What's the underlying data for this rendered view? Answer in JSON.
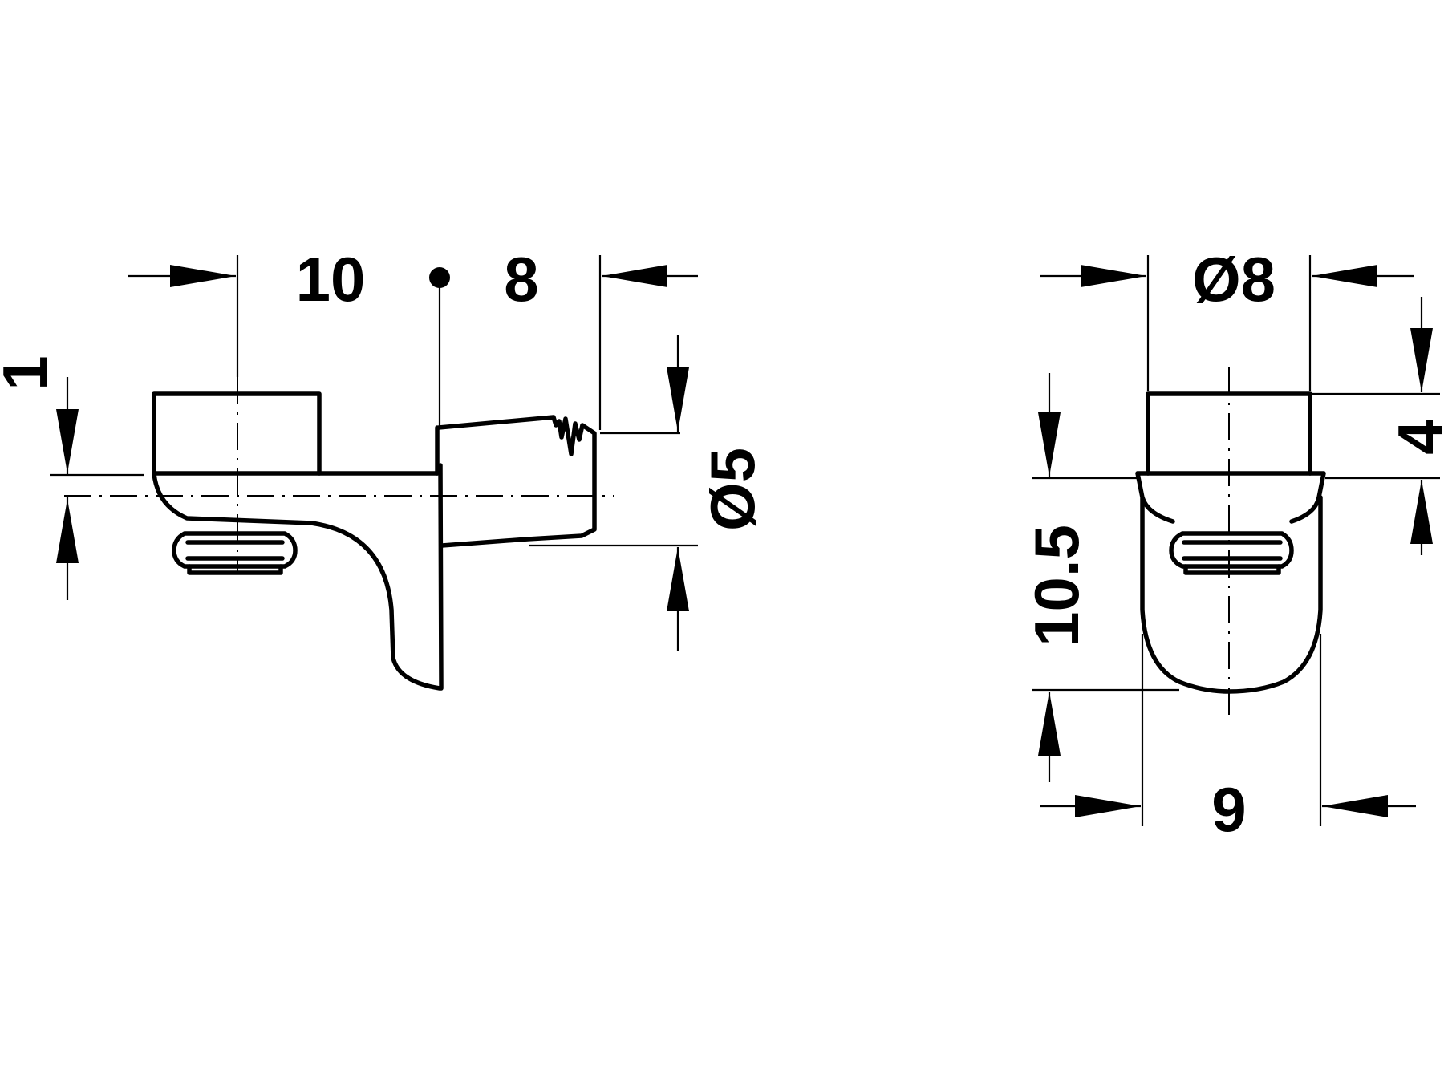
{
  "drawing": {
    "line_color": "#000000",
    "background_color": "#ffffff"
  },
  "side_view": {
    "dim_offset_top": "1",
    "dim_left_of_axis": "10",
    "dim_right_of_axis": "8",
    "dim_pin_diameter": "Ø5"
  },
  "front_view": {
    "dim_head_diameter": "Ø8",
    "dim_head_height": "4",
    "dim_total_height": "10.5",
    "dim_width": "9"
  }
}
